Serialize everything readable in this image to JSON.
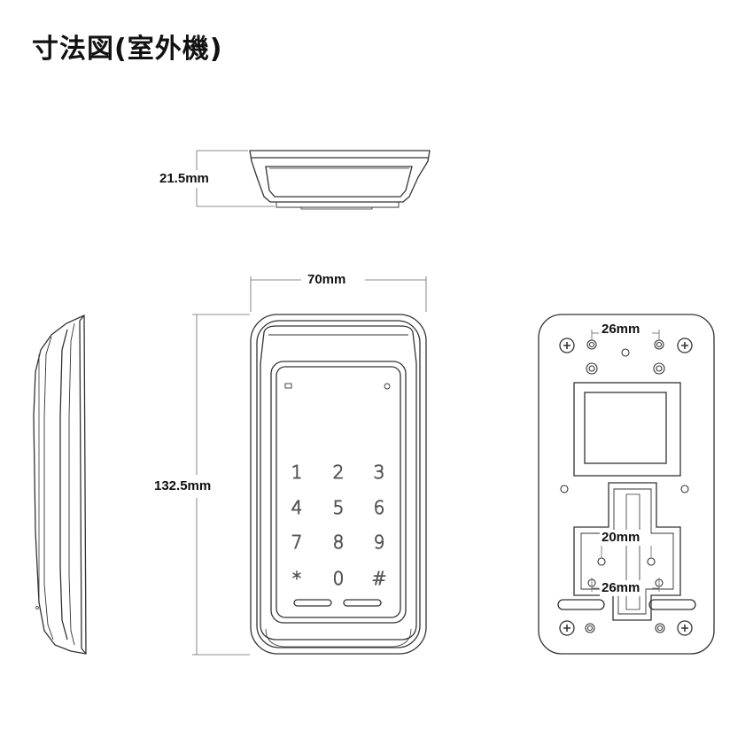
{
  "title": "寸法図(室外機)",
  "dimensions": {
    "depth": "21.5mm",
    "width": "70mm",
    "height": "132.5mm",
    "plate_top_spacing": "26mm",
    "plate_inner_spacing": "20mm",
    "plate_bottom_spacing": "26mm"
  },
  "keypad": {
    "keys": [
      "1",
      "2",
      "3",
      "4",
      "5",
      "6",
      "7",
      "8",
      "9",
      "*",
      "0",
      "#"
    ]
  },
  "colors": {
    "line": "#333333",
    "background": "#ffffff"
  }
}
